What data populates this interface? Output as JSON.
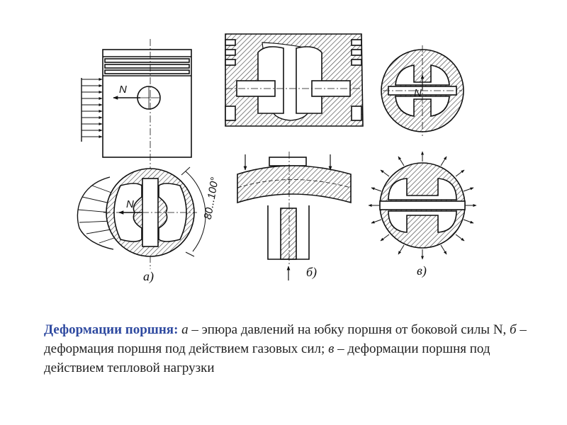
{
  "figure": {
    "labels": {
      "force_top": "N",
      "force_bottom": "N",
      "force_right": "N",
      "angle": "80...100°",
      "panel_a": "а)",
      "panel_b": "б)",
      "panel_v": "в)"
    }
  },
  "caption": {
    "lead": "Деформации поршня:",
    "a_letter": "а",
    "a_text": " – эпюра давлений на юбку поршня от боковой силы N, ",
    "b_letter": "б",
    "b_text": " – деформация поршня под действием газовых сил; ",
    "v_letter": "в",
    "v_text": " – деформации поршня под действием тепловой нагрузки"
  },
  "colors": {
    "line": "#111111",
    "hatch": "#555555",
    "caption_lead": "#2f4aa0",
    "caption_text": "#222222"
  }
}
